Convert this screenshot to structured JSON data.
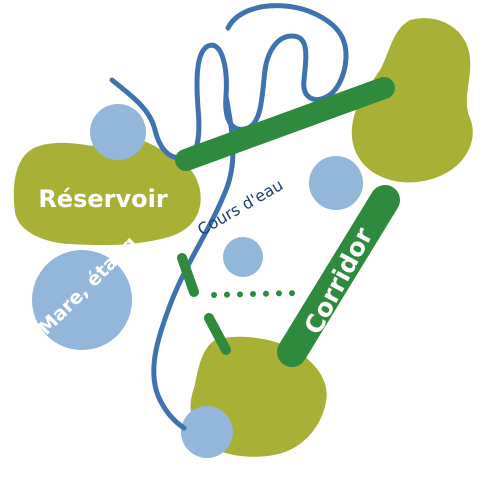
{
  "labels": {
    "reservoir": "Réservoir",
    "pond": "Mare, étang",
    "stream": "Cours d'eau",
    "corridor": "Corridor"
  },
  "colors": {
    "habitat": "#a8b136",
    "water": "#93b6db",
    "stream": "#3f73b0",
    "corridor": "#2e8b3e",
    "text_light": "#ffffff",
    "text_dark": "#1f3f73"
  }
}
